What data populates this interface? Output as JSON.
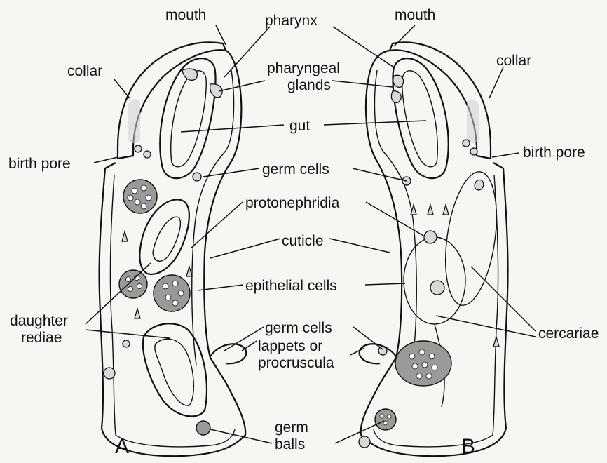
{
  "diagram": {
    "panel_a": {
      "letter": "A",
      "labels": {
        "collar": "collar",
        "birth_pore": "birth pore",
        "daughter": "daughter",
        "rediae": "rediae"
      }
    },
    "panel_b": {
      "letter": "B",
      "labels": {
        "collar": "collar",
        "birth_pore": "birth pore",
        "cercariae": "cercariae"
      }
    },
    "mouth_a": "mouth",
    "mouth_b": "mouth",
    "center_labels": {
      "pharynx": "pharynx",
      "pharyngeal_1": "pharyngeal",
      "pharyngeal_2": "glands",
      "gut": "gut",
      "germ_cells_top": "germ cells",
      "protonephridia": "protonephridia",
      "cuticle": "cuticle",
      "epithelial_cells": "epithelial cells",
      "germ_cells_bottom": "germ cells",
      "lappets_1": "lappets or",
      "lappets_2": "procruscula",
      "germ_balls_1": "germ",
      "germ_balls_2": "balls"
    }
  }
}
